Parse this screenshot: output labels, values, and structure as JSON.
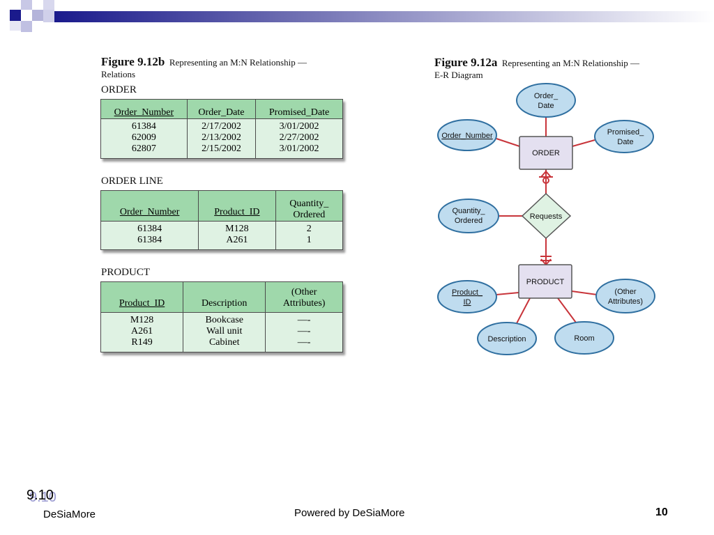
{
  "slide": {
    "left_figure": {
      "number": "Figure 9.12b",
      "caption_line1": "Representing an M:N Relationship —",
      "caption_line2": "Relations"
    },
    "right_figure": {
      "number": "Figure 9.12a",
      "caption_line1": "Representing an M:N Relationship —",
      "caption_line2": "E-R Diagram"
    },
    "tables": {
      "order": {
        "name": "ORDER",
        "headers": [
          "Order_Number",
          "Order_Date",
          "Promised_Date"
        ],
        "columns": [
          [
            "61384",
            "62009",
            "62807"
          ],
          [
            "2/17/2002",
            "2/13/2002",
            "2/15/2002"
          ],
          [
            "3/01/2002",
            "2/27/2002",
            "3/01/2002"
          ]
        ]
      },
      "order_line": {
        "name": "ORDER LINE",
        "headers": [
          "Order_Number",
          "Product_ID",
          "Quantity_",
          "Ordered"
        ],
        "columns": [
          [
            "61384",
            "61384"
          ],
          [
            "M128",
            "A261"
          ],
          [
            "2",
            "1"
          ]
        ]
      },
      "product": {
        "name": "PRODUCT",
        "headers": [
          "Product_ID",
          "Description",
          "(Other",
          "Attributes)"
        ],
        "columns": [
          [
            "M128",
            "A261",
            "R149"
          ],
          [
            "Bookcase",
            "Wall unit",
            "Cabinet"
          ],
          [
            "—-",
            "—-",
            "—-"
          ]
        ]
      }
    },
    "er_diagram": {
      "order_entity": "ORDER",
      "product_entity": "PRODUCT",
      "relationship": "Requests",
      "attributes": {
        "order_date": [
          "Order_",
          "Date"
        ],
        "order_number": "Order_Number",
        "promised_date": [
          "Promised_",
          "Date"
        ],
        "quantity_ordered": [
          "Quantity_",
          "Ordered"
        ],
        "product_id": [
          "Product_",
          "ID"
        ],
        "other_attributes": [
          "(Other",
          "Attributes)"
        ],
        "description": "Description",
        "room": "Room"
      }
    },
    "footer": {
      "section": "9.10",
      "author": "DeSiaMore",
      "powered_by": "Powered by DeSiaMore",
      "page_number": "10"
    },
    "colors": {
      "accent_blue": "#1a1a8c",
      "table_header_green": "#9fd8ab",
      "table_body_green": "#dff2e3",
      "attribute_blue": "#bfdcef",
      "connector_red": "#c8343a"
    }
  }
}
